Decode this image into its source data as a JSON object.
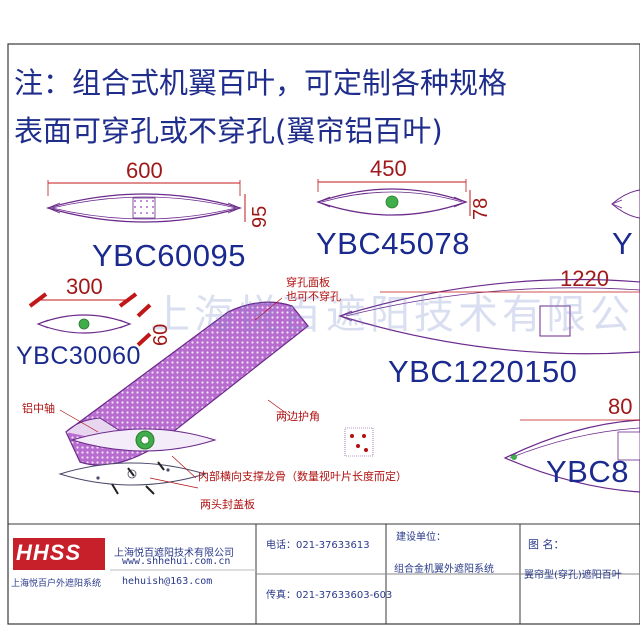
{
  "note": {
    "line1": "注：组合式机翼百叶，可定制各种规格",
    "line2": "表面可穿孔或不穿孔(翼帘铝百叶)"
  },
  "products": [
    {
      "model": "YBC60095",
      "width": "600",
      "height": "95"
    },
    {
      "model": "YBC45078",
      "width": "450",
      "height": "78"
    },
    {
      "model": "YBC30060",
      "width": "300",
      "height": "60"
    },
    {
      "model": "YBC1220150",
      "width": "1220"
    },
    {
      "model": "YBC8",
      "width": "80"
    },
    {
      "model": "Y"
    }
  ],
  "callouts": {
    "perforated_panel": "穿孔面板\n也可不穿孔",
    "aluminum_shaft": "铝中轴",
    "side_corner": "两边护角",
    "inner_rib": "内部横向支撑龙骨（数量视叶片长度而定）",
    "end_cap": "两头封盖板"
  },
  "watermark": "上海悦百遮阳技术有限公",
  "title_block": {
    "logo": "HHSS",
    "company": "上海悦百遮阳技术有限公司",
    "logo_caption": "上海悦百户外遮阳系统",
    "website": "www.shhehui.com.cn",
    "email": "hehuish@163.com",
    "phone": "电话：021-37633613",
    "fax": "传真：021-37633603-603",
    "client_label": "建设单位：",
    "system": "组合金机翼外遮阳系统",
    "drawing_name_label": "图  名：",
    "drawing_name": "翼帘型(穿孔)遮阳百叶"
  },
  "colors": {
    "outline": "#6b2a8c",
    "fill": "#b069c8",
    "frame": "#3a3a3a",
    "dim_red": "#c01818",
    "text_blue": "#1f2d8c",
    "logo_red": "#c8202a"
  }
}
